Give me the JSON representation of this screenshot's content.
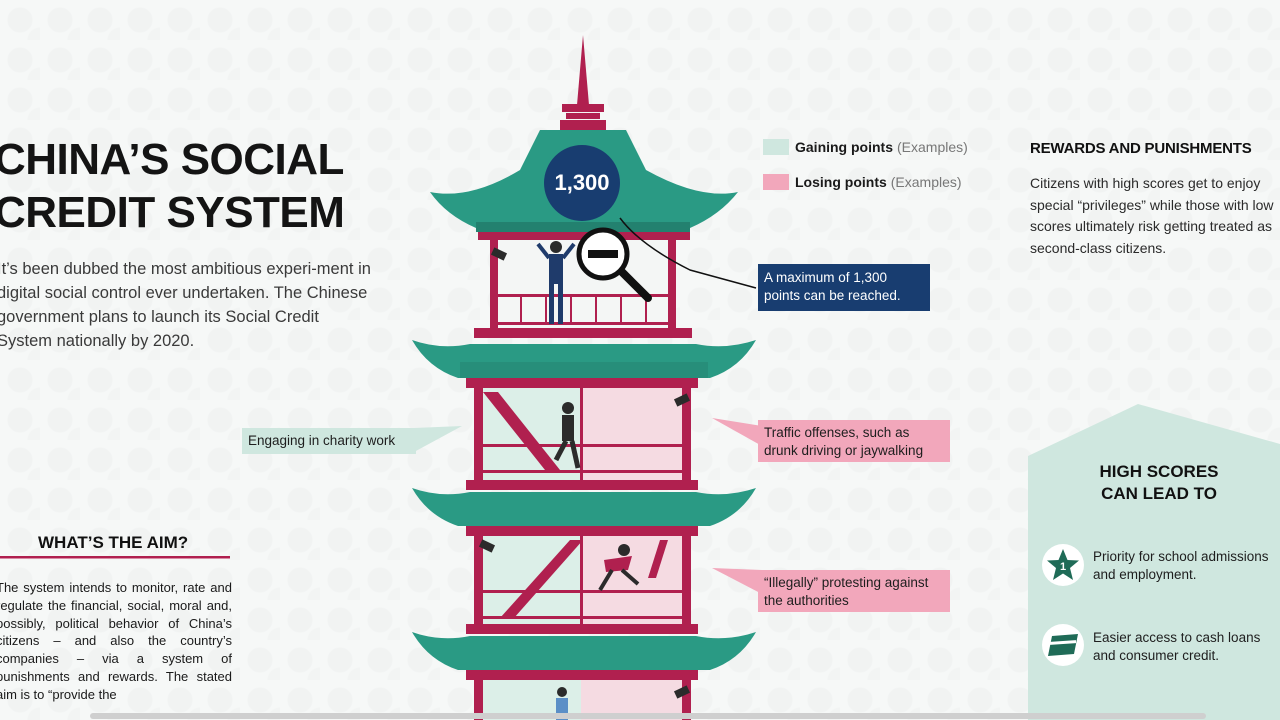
{
  "title": {
    "line1": "CHINA’S SOCIAL",
    "line2": "CREDIT SYSTEM"
  },
  "intro": "It’s been dubbed the most ambitious experi-ment in digital social control ever undertaken. The Chinese government plans to launch its Social Credit System nationally by 2020.",
  "aim": {
    "heading": "WHAT’S THE AIM?",
    "body": "The system intends to monitor, rate and regulate the financial, social, moral and, possibly, political behavior of China’s citizens – and also the country’s companies – via a system of punishments and rewards. The stated aim is to “provide the"
  },
  "legend": {
    "gaining_label": "Gaining points",
    "gaining_note": "(Examples)",
    "losing_label": "Losing points",
    "losing_note": "(Examples)"
  },
  "score_badge": "1,300",
  "callout_max": "A maximum of 1,300 points can be reached.",
  "examples": {
    "charity": "Engaging in charity work",
    "traffic": "Traffic offenses, such as drunk driving or jaywalking",
    "protest": "“Illegally” protesting against the authorities"
  },
  "rewards": {
    "heading": "REWARDS AND PUNISHMENTS",
    "body": "Citizens with high scores get to enjoy special “privileges” while those with low scores ultimately risk getting treated as second-class citizens."
  },
  "high_scores": {
    "title_line1": "HIGH SCORES",
    "title_line2": "CAN LEAD TO",
    "items": [
      {
        "icon": "star-one-icon",
        "text": "Priority for school admissions and employment."
      },
      {
        "icon": "credit-card-icon",
        "text": "Easier access to cash loans and consumer credit."
      }
    ]
  },
  "colors": {
    "gain": "#cfe7df",
    "lose": "#f2a7bb",
    "pagoda_roof": "#2a9a84",
    "pagoda_frame": "#b0204f",
    "badge": "#183d70"
  }
}
